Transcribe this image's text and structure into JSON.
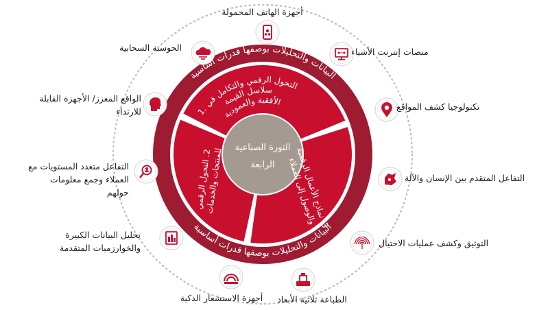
{
  "center": {
    "line1": "الثورة الصناعية",
    "line2": "الرابعة"
  },
  "ring_text": {
    "top": "البيانات والتحليلات بوصفها قدرات أساسية",
    "bottom": "البيانات والتحليلات بوصفها قدرات أساسية"
  },
  "segments": [
    {
      "line1": "1. التحول الرقمي والتكامل في",
      "line2": "سلاسل القيمة",
      "line3": "الأفقية والعمودية"
    },
    {
      "line1": "2. التحول الرقمي",
      "line2": "للمنتجات والخدمات"
    },
    {
      "line1": "3. نماذج الأعمال الرقمية",
      "line2": "والوصول إلى العملاء"
    }
  ],
  "technologies": [
    {
      "icon": "mobile-devices-icon",
      "lines": [
        "أجهزة الهاتف المحمولة"
      ]
    },
    {
      "icon": "iot-platform-icon",
      "lines": [
        "منصات إنترنت الأشياء"
      ]
    },
    {
      "icon": "location-pin-icon",
      "lines": [
        "تكنولوجيا كشف المواقع"
      ]
    },
    {
      "icon": "human-machine-icon",
      "lines": [
        "التفاعل المتقدم بين الإنسان والآلة"
      ]
    },
    {
      "icon": "fingerprint-icon",
      "lines": [
        "التوثيق وكشف عمليات الاحتيال"
      ]
    },
    {
      "icon": "3d-printer-icon",
      "lines": [
        "الطباعة ثلاثية الأبعاد"
      ]
    },
    {
      "icon": "smart-sensor-icon",
      "lines": [
        "أجهزة الاستشعار الذكية"
      ]
    },
    {
      "icon": "big-data-icon",
      "lines": [
        "تحليل البيانات الكبيرة",
        "والخوارزميات المتقدمة"
      ]
    },
    {
      "icon": "customer-profiling-icon",
      "lines": [
        "التفاعل متعدد المستويات مع",
        "العملاء وجمع معلومات",
        "حولهم"
      ]
    },
    {
      "icon": "augmented-reality-icon",
      "lines": [
        "الواقع المعزز/ الأجهزة القابلة",
        "للارتداء"
      ]
    },
    {
      "icon": "cloud-computing-icon",
      "lines": [
        "الحوسبة السحابية"
      ]
    }
  ],
  "colors": {
    "dark_ring": "#9e1b32",
    "segment": "#c8102e",
    "center": "#a59a92",
    "dotted_ring": "#bdbdbd",
    "icon_fill": "#c8102e"
  }
}
